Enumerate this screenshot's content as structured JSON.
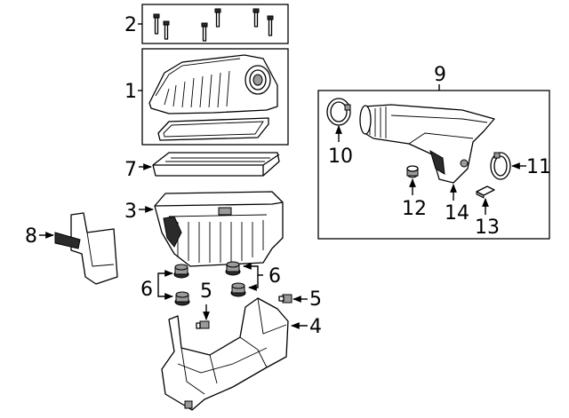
{
  "diagram": {
    "callouts": {
      "c1": "1",
      "c2": "2",
      "c3": "3",
      "c4": "4",
      "c5a": "5",
      "c5b": "5",
      "c6a": "6",
      "c6b": "6",
      "c7": "7",
      "c8": "8",
      "c9": "9",
      "c10": "10",
      "c11": "11",
      "c12": "12",
      "c13": "13",
      "c14": "14"
    }
  }
}
